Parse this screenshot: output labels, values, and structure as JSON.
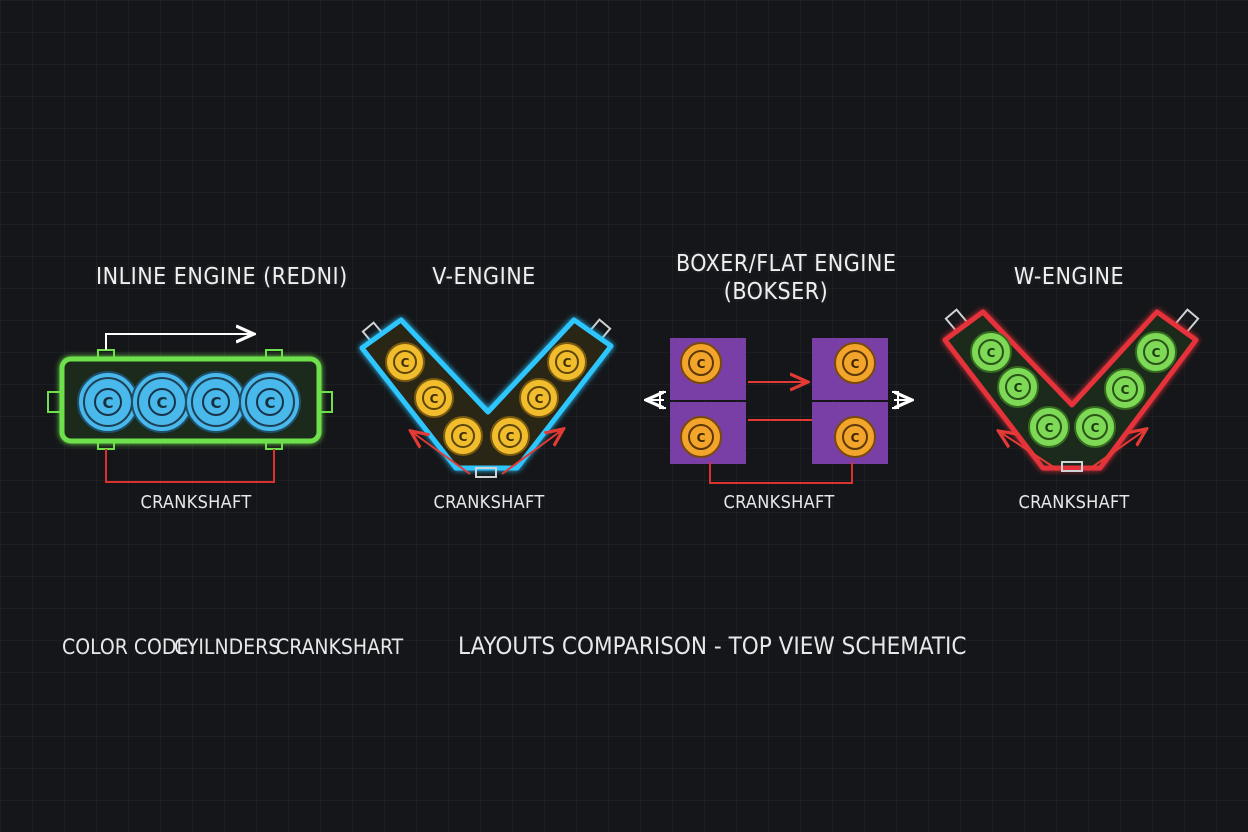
{
  "engines": [
    {
      "title": "INLINE ENGINE (REDNI)",
      "crank_label": "CRANKSHAFT",
      "block_color": "#6ee04b",
      "cylinder_color": "#49b8ea"
    },
    {
      "title": "V-ENGINE",
      "crank_label": "CRANKSHAFT",
      "block_color": "#2ec6ff",
      "cylinder_color": "#f2bd2c"
    },
    {
      "title_line1": "BOXER/FLAT ENGINE",
      "title_line2": "(BOKSER)",
      "crank_label": "CRANKSHAFT",
      "block_color": "#7a3fa6",
      "cylinder_color": "#f2a52a"
    },
    {
      "title": "W-ENGINE",
      "crank_label": "CRANKSHAFT",
      "block_color": "#e5303a",
      "cylinder_color": "#7ed957"
    }
  ],
  "cylinder_letter": "C",
  "footer": {
    "color_code_label": "COLOR CODE:",
    "cylinders_label": "CYILNDERS",
    "crankshaft_label": "CRANKSHART",
    "caption": "LAYOUTS COMPARISON - TOP VIEW SCHEMATIC"
  },
  "colors": {
    "background": "#141619",
    "crank_line": "#d9322f",
    "arrow": "#ffffff"
  }
}
